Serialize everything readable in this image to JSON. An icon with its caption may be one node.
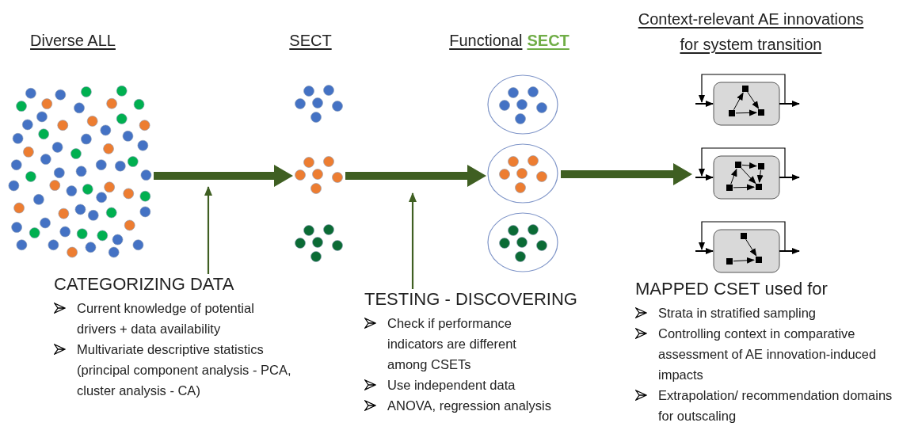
{
  "diagram": {
    "nodes": [
      {
        "text": [],
        "shape": "picture",
        "beside": [
          "Diverse ALL"
        ]
      },
      {
        "text": [],
        "shape": "picture",
        "beside": [
          "SECT"
        ]
      },
      {
        "text": [],
        "shape": "picture",
        "beside": [
          "Functional",
          "SECT"
        ]
      },
      {
        "text": [],
        "shape": "picture",
        "beside": [
          "Context-relevant AE innovations for system transition"
        ]
      },
      {
        "text": [
          "CATEGORIZING DATA",
          "Current knowledge of potential drivers + data availability",
          "Multivariate descriptive statistics (principal component analysis - PCA, cluster analysis - CA)"
        ]
      },
      {
        "text": [
          "TESTING - DISCOVERING",
          "Check if performance indicators are different among CSETs",
          "Use independent data",
          "ANOVA, regression analysis"
        ]
      },
      {
        "text": [
          "MAPPED CSET used for",
          "Strata in stratified sampling",
          "Controlling context in comparative assessment of AE innovation-induced impacts",
          "Extrapolation/ recommendation domains for outscaling"
        ]
      }
    ],
    "edges": [
      {
        "from": 0,
        "to": 1,
        "arrow": "to",
        "style": "thick"
      },
      {
        "from": 1,
        "to": 2,
        "arrow": "to",
        "style": "thick"
      },
      {
        "from": 2,
        "to": 3,
        "arrow": "to",
        "style": "thick"
      },
      {
        "from": 4,
        "to": null,
        "arrow": "to"
      },
      {
        "from": 5,
        "to": null,
        "arrow": "to"
      }
    ]
  }
}
